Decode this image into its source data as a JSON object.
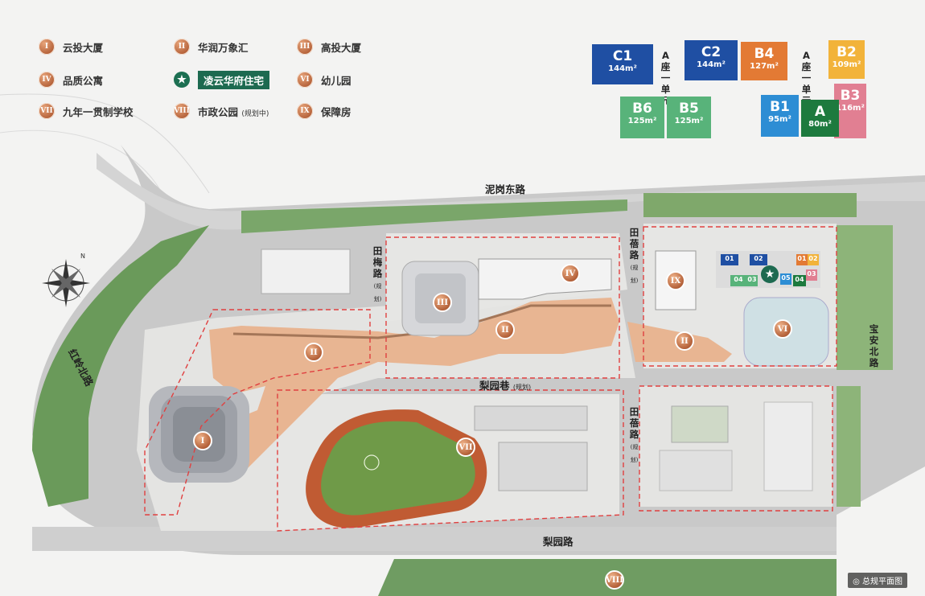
{
  "legend": [
    {
      "num": "I",
      "label": "云投大厦"
    },
    {
      "num": "II",
      "label": "华润万象汇"
    },
    {
      "num": "III",
      "label": "高投大厦"
    },
    {
      "num": "IV",
      "label": "品质公寓"
    },
    {
      "num": "★",
      "label": "凌云华府住宅"
    },
    {
      "num": "VI",
      "label": "幼儿园"
    },
    {
      "num": "VII",
      "label": "九年一贯制学校"
    },
    {
      "num": "VIII",
      "label": "市政公园",
      "note": "(规划中)"
    },
    {
      "num": "IX",
      "label": "保障房"
    }
  ],
  "units": {
    "C1": {
      "name": "C1",
      "area": "144m²"
    },
    "C2": {
      "name": "C2",
      "area": "144m²"
    },
    "B6": {
      "name": "B6",
      "area": "125m²"
    },
    "B5": {
      "name": "B5",
      "area": "125m²"
    },
    "B4": {
      "name": "B4",
      "area": "127m²"
    },
    "B2": {
      "name": "B2",
      "area": "109m²"
    },
    "B3": {
      "name": "B3",
      "area": "116m²"
    },
    "B1": {
      "name": "B1",
      "area": "95m²"
    },
    "A": {
      "name": "A",
      "area": "80m²"
    },
    "seat1": "A座一单元",
    "seat2": "A座一单元"
  },
  "roads": {
    "nigang": "泥岗东路",
    "tianmei": "田梅路",
    "tianmei_note": "(规划)",
    "tianbei_top": "田蓓路",
    "tianbei_top_note": "(规划)",
    "tianbei_bottom": "田蓓路",
    "tianbei_bottom_note": "(规划)",
    "liyuanxiang": "梨园巷",
    "liyuanxiang_note": "(规划)",
    "liyuan": "梨园路",
    "hongling": "红岭北路",
    "baoan": "宝安北路"
  },
  "map_pins": [
    "I",
    "II",
    "II",
    "II",
    "III",
    "IV",
    "VI",
    "VII",
    "VIII",
    "IX"
  ],
  "mini_units": [
    "01",
    "02",
    "01",
    "02",
    "04",
    "03",
    "05",
    "04",
    "03"
  ],
  "compass_label": "N",
  "badge": "总规平面图",
  "colors": {
    "C": "#1f4fa3",
    "B6B5": "#58b37a",
    "B4": "#e37a34",
    "B2": "#f2b33a",
    "B3": "#e17f92",
    "B1": "#2d8dd4",
    "A": "#1d7a3e",
    "accent_green": "#1d6a50",
    "pin": "#b5623a",
    "boundary": "#e04040"
  }
}
